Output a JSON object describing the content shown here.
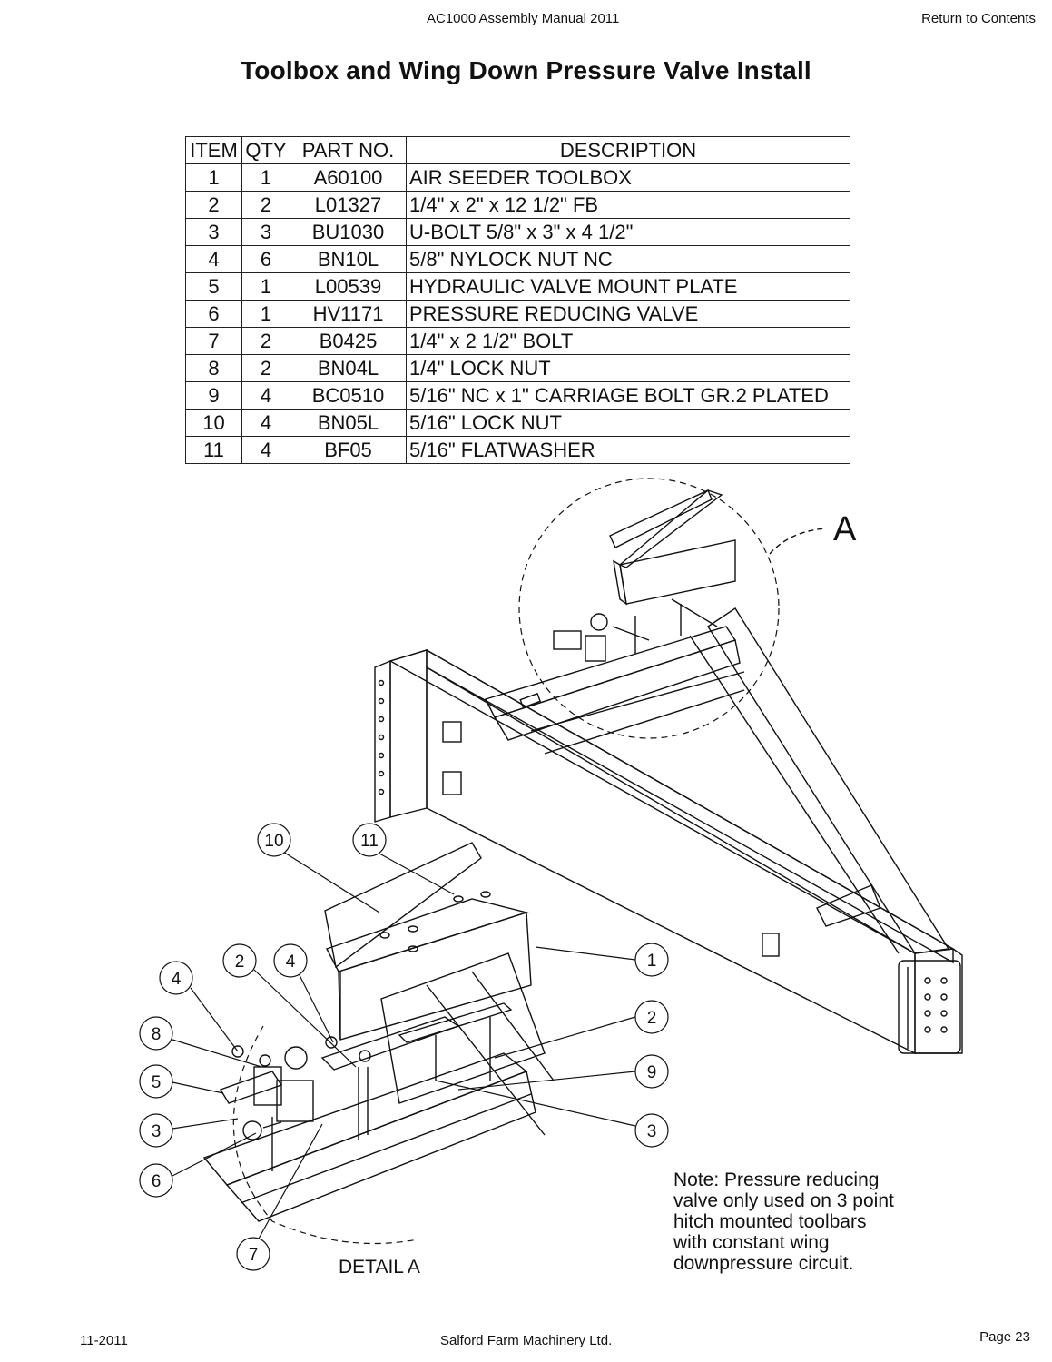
{
  "header": {
    "manual_title": "AC1000 Assembly Manual 2011",
    "return_link": "Return to Contents"
  },
  "page_title": "Toolbox and Wing Down Pressure Valve Install",
  "parts_table": {
    "headers": {
      "item": "ITEM",
      "qty": "QTY",
      "part": "PART NO.",
      "desc": "DESCRIPTION"
    },
    "rows": [
      {
        "item": "1",
        "qty": "1",
        "part": "A60100",
        "desc": "AIR SEEDER TOOLBOX"
      },
      {
        "item": "2",
        "qty": "2",
        "part": "L01327",
        "desc": " 1/4\" x 2\" x 12 1/2\" FB"
      },
      {
        "item": "3",
        "qty": "3",
        "part": "BU1030",
        "desc": "U-BOLT 5/8\" x 3\" x 4 1/2\""
      },
      {
        "item": "4",
        "qty": "6",
        "part": "BN10L",
        "desc": "5/8\" NYLOCK NUT NC"
      },
      {
        "item": "5",
        "qty": "1",
        "part": "L00539",
        "desc": "HYDRAULIC VALVE MOUNT PLATE"
      },
      {
        "item": "6",
        "qty": "1",
        "part": "HV1171",
        "desc": "PRESSURE REDUCING VALVE"
      },
      {
        "item": "7",
        "qty": "2",
        "part": "B0425",
        "desc": "1/4\" x 2 1/2\" BOLT"
      },
      {
        "item": "8",
        "qty": "2",
        "part": "BN04L",
        "desc": "1/4\" LOCK NUT"
      },
      {
        "item": "9",
        "qty": "4",
        "part": "BC0510",
        "desc": "5/16\" NC x 1\" CARRIAGE BOLT GR.2 PLATED"
      },
      {
        "item": "10",
        "qty": "4",
        "part": "BN05L",
        "desc": "5/16\" LOCK NUT"
      },
      {
        "item": "11",
        "qty": "4",
        "part": "BF05",
        "desc": "5/16\" FLATWASHER"
      }
    ]
  },
  "drawing": {
    "detail_marker": "A",
    "detail_label": "DETAIL A",
    "callouts": [
      "10",
      "11",
      "2",
      "4",
      "1",
      "4",
      "8",
      "5",
      "3",
      "6",
      "7",
      "2",
      "9",
      "3"
    ]
  },
  "note": {
    "lines": [
      "Note: Pressure reducing",
      "valve only used on 3 point",
      "hitch mounted toolbars",
      "with constant wing",
      "downpressure circuit."
    ]
  },
  "footer": {
    "date": "11-2011",
    "company": "Salford Farm Machinery Ltd.",
    "page": "Page 23"
  }
}
